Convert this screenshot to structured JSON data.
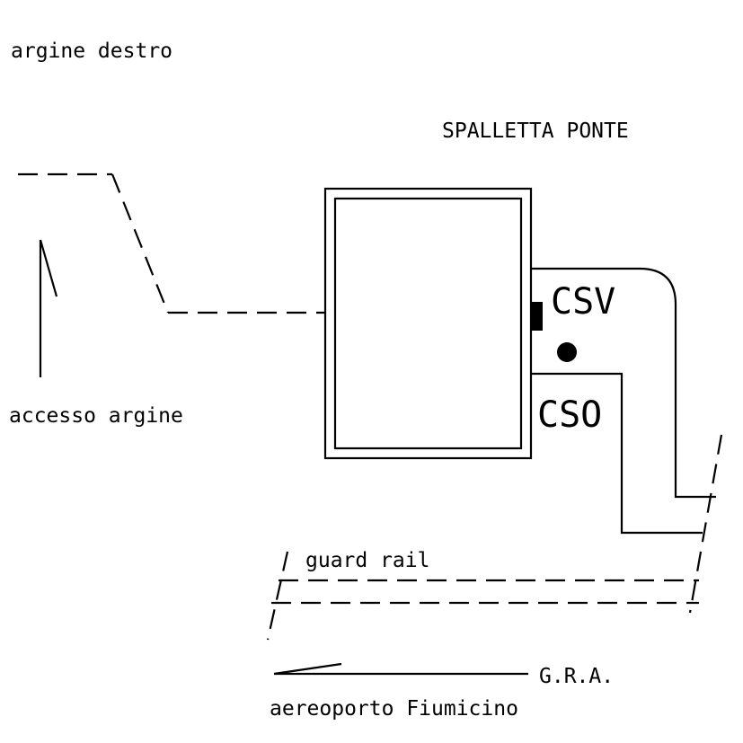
{
  "labels": {
    "argine_destro": "argine destro",
    "spalletta_ponte": "SPALLETTA PONTE",
    "csv": "CSV",
    "cso": "CSO",
    "accesso_argine": "accesso argine",
    "guard_rail": "guard rail",
    "gra": "G.R.A.",
    "aeroporto": "aereoporto Fiumicino"
  },
  "colors": {
    "ink": "#000000",
    "paper": "#ffffff"
  },
  "icons": {
    "north_arrow": "north-arrow-icon",
    "direction_arrow": "direction-arrow-icon"
  }
}
